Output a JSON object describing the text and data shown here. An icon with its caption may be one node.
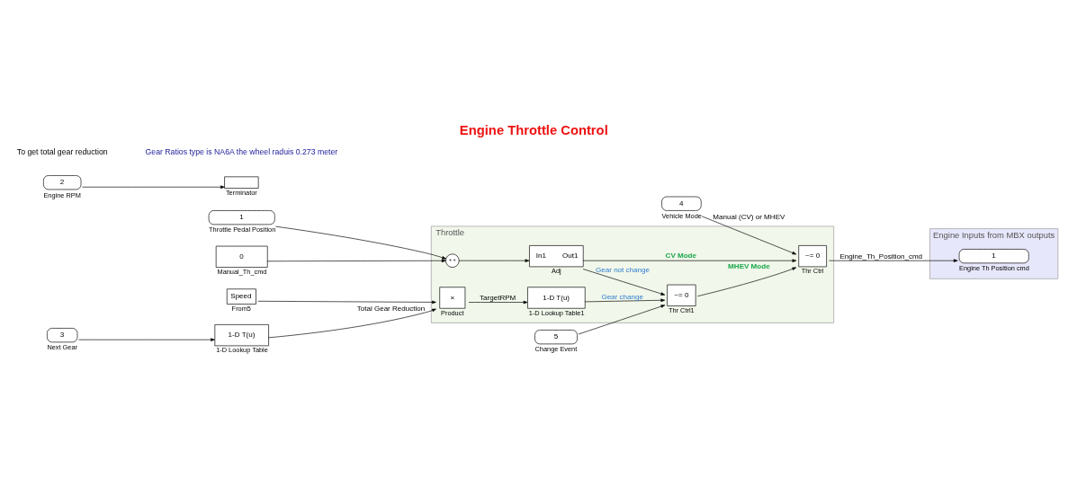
{
  "diagram": {
    "title": "Engine Throttle Control",
    "nodes": [
      {
        "text": [
          "Throttle"
        ]
      },
      {
        "text": [
          "Speed"
        ],
        "beside": [
          "From5"
        ]
      },
      {
        "text": [
          "3"
        ],
        "beside": [
          "Next Gear"
        ]
      },
      {
        "text": [
          "1-D T(u)"
        ],
        "beside": [
          "1-D Lookup Table"
        ]
      },
      {
        "text": [
          "5"
        ],
        "beside": [
          "Change Event"
        ]
      },
      {
        "text": [
          "2"
        ],
        "beside": [
          "Engine RPM"
        ]
      },
      {
        "text": [],
        "shape": "box",
        "beside": [
          "Terminator"
        ]
      },
      {
        "text": [
          "4"
        ],
        "beside": [
          "Vehicle Mode"
        ]
      },
      {
        "text": [
          "1"
        ],
        "beside": [
          "Throttle Pedal Position"
        ]
      },
      {
        "text": [
          "0"
        ],
        "beside": [
          "Manual_Th_cmd"
        ]
      },
      {
        "text": [
          "×"
        ],
        "beside": [
          "Product"
        ],
        "in": 0
      },
      {
        "text": [
          "1-D T(u)"
        ],
        "beside": [
          "1-D Lookup Table1"
        ],
        "in": 0
      },
      {
        "text": [
          "~= 0"
        ],
        "beside": [
          "Thr Ctrl1"
        ],
        "in": 0
      },
      {
        "text": [
          "+",
          "+"
        ],
        "in": 0
      },
      {
        "text": [
          "In1",
          "Out1"
        ],
        "beside": [
          "Adj"
        ],
        "in": 0
      },
      {
        "text": [
          "~= 0"
        ],
        "beside": [
          "Thr Ctrl"
        ],
        "in": 0
      },
      {
        "text": [
          "Engine Inputs from MBX outputs"
        ]
      },
      {
        "text": [
          "1"
        ],
        "beside": [
          "Engine Th Position cmd"
        ],
        "in": 16
      }
    ],
    "edges": [
      {
        "from": 1,
        "to": 10,
        "arrow": "to"
      },
      {
        "from": 2,
        "to": 3,
        "arrow": "to"
      },
      {
        "from": 3,
        "to": 10,
        "arrow": "to",
        "label": "Total Gear Reduction"
      },
      {
        "from": 10,
        "to": 11,
        "arrow": "to",
        "label": "TargetRPM"
      },
      {
        "from": 11,
        "to": 12,
        "arrow": "to",
        "label": "Gear change"
      },
      {
        "from": 4,
        "to": 12,
        "arrow": "to"
      },
      {
        "from": 14,
        "to": 12,
        "arrow": "to",
        "label": "Gear not change"
      },
      {
        "from": 5,
        "to": 6,
        "arrow": "to"
      },
      {
        "from": 12,
        "to": 15,
        "arrow": "to",
        "label": "MHEV Mode"
      },
      {
        "from": 7,
        "to": 15,
        "arrow": "to",
        "label": "Manual (CV) or MHEV"
      },
      {
        "from": 14,
        "to": 15,
        "arrow": "to",
        "label": "CV Mode"
      },
      {
        "from": 8,
        "to": 13,
        "arrow": "to"
      },
      {
        "from": 9,
        "to": 13,
        "arrow": "to"
      },
      {
        "from": 13,
        "to": 14,
        "arrow": "to"
      },
      {
        "from": 15,
        "to": 17,
        "arrow": "to",
        "label": "Engine_Th_Position_cmd"
      }
    ],
    "labels": [
      "To get total gear reduction",
      "Gear Ratios type is NA6A the wheel raduis 0.273 meter"
    ]
  }
}
